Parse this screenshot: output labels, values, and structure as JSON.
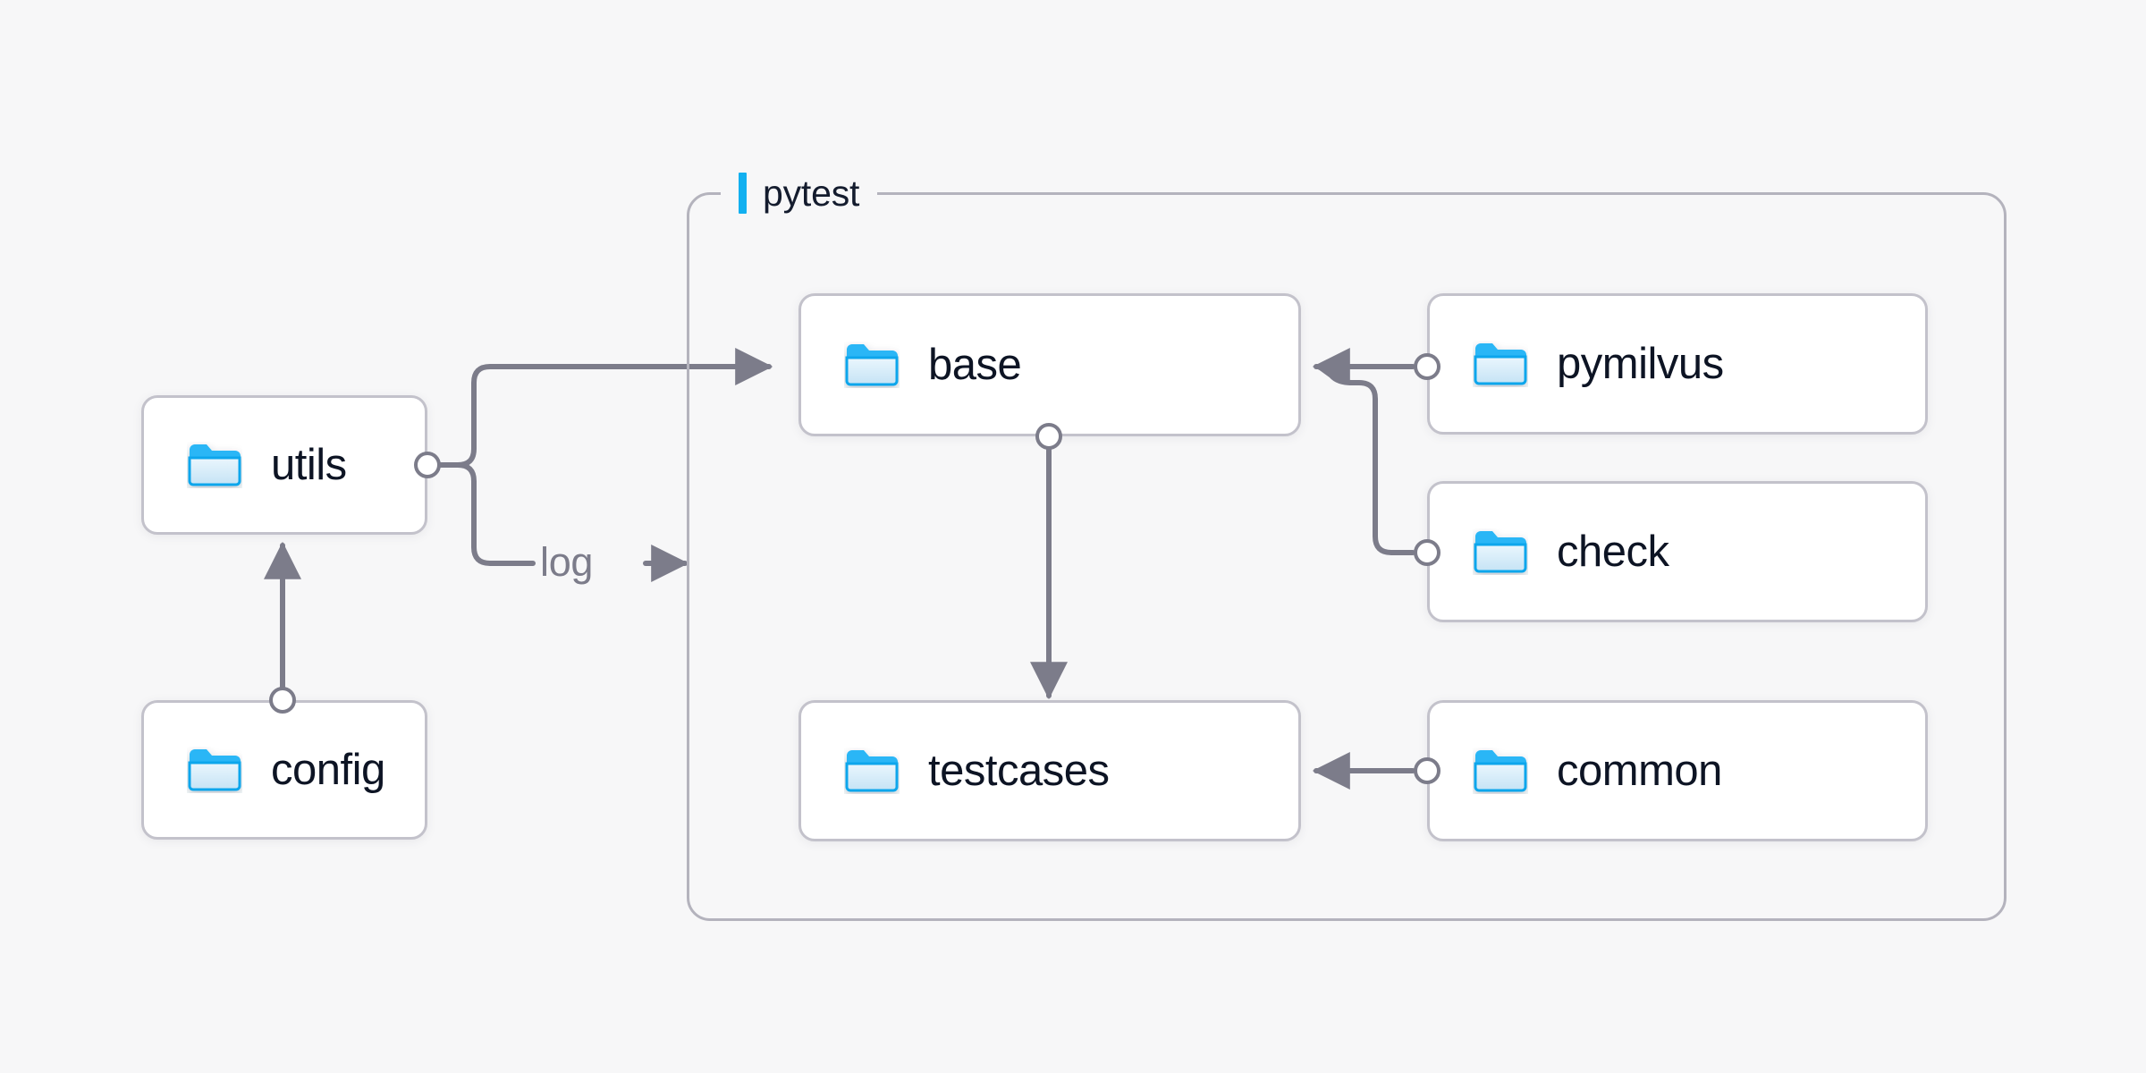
{
  "canvas": {
    "background": "#f7f7f8",
    "edge_color": "#7c7c8a",
    "node_border": "#c3c2cb",
    "group_border": "#b4b3bd",
    "accent_color": "#12b0f0",
    "text_color": "#0d1424"
  },
  "group": {
    "label": "pytest",
    "accent": "#12b0f0"
  },
  "nodes": [
    {
      "id": "utils",
      "label": "utils",
      "icon": "folder-icon"
    },
    {
      "id": "config",
      "label": "config",
      "icon": "folder-icon"
    },
    {
      "id": "base",
      "label": "base",
      "icon": "folder-icon"
    },
    {
      "id": "testcases",
      "label": "testcases",
      "icon": "folder-icon"
    },
    {
      "id": "pymilvus",
      "label": "pymilvus",
      "icon": "folder-icon"
    },
    {
      "id": "check",
      "label": "check",
      "icon": "folder-icon"
    },
    {
      "id": "common",
      "label": "common",
      "icon": "folder-icon"
    }
  ],
  "edges": [
    {
      "id": "utils-base",
      "from": "utils",
      "to": "base",
      "label": ""
    },
    {
      "id": "utils-log",
      "from": "utils",
      "to": "pytest",
      "label": "log"
    },
    {
      "id": "config-utils",
      "from": "config",
      "to": "utils",
      "label": ""
    },
    {
      "id": "base-testcases",
      "from": "base",
      "to": "testcases",
      "label": ""
    },
    {
      "id": "pymilvus-base",
      "from": "pymilvus",
      "to": "base",
      "label": ""
    },
    {
      "id": "check-base",
      "from": "check",
      "to": "base",
      "label": ""
    },
    {
      "id": "common-testcases",
      "from": "common",
      "to": "testcases",
      "label": ""
    }
  ],
  "edge_labels": {
    "log": "log"
  }
}
